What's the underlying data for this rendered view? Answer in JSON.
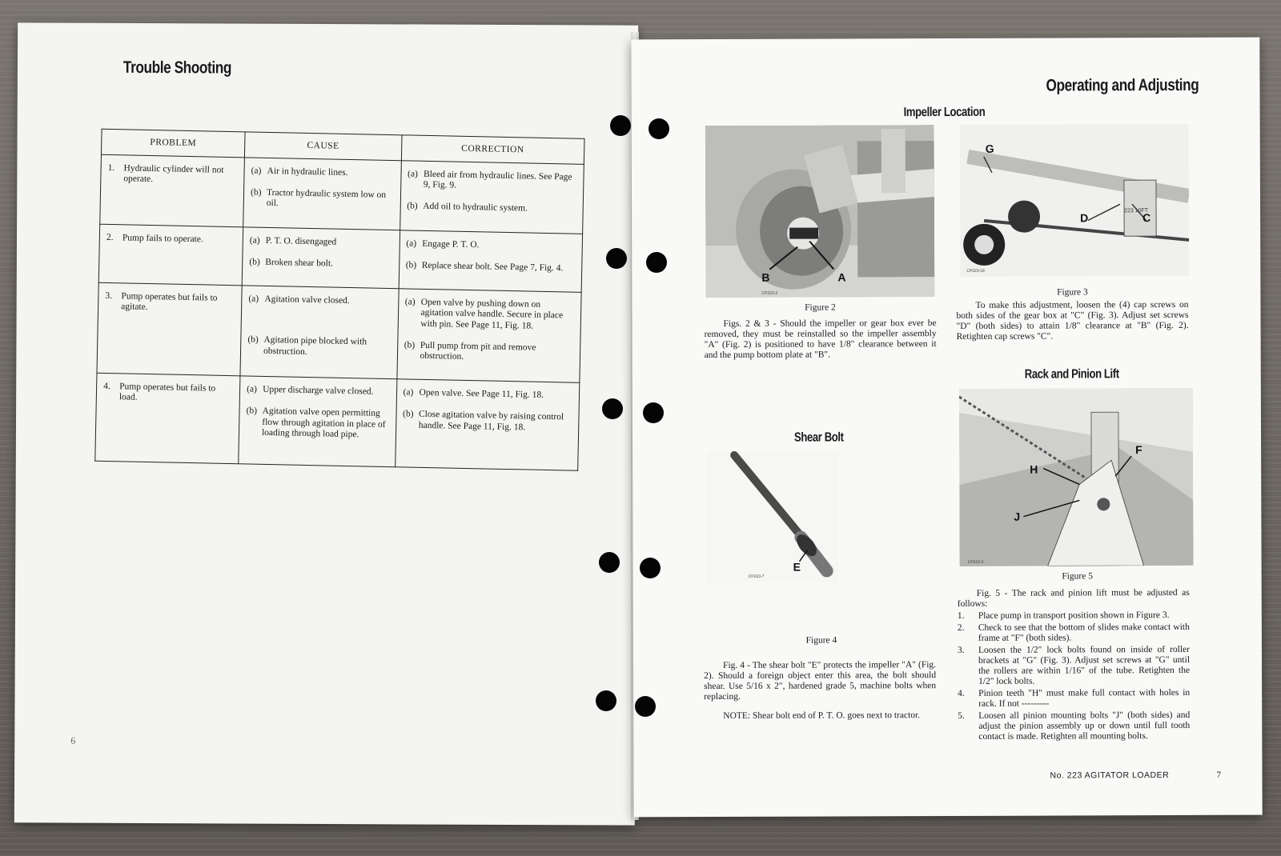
{
  "left_page": {
    "title": "Trouble Shooting",
    "page_number": "6",
    "table": {
      "headers": {
        "problem": "PROBLEM",
        "cause": "CAUSE",
        "correction": "CORRECTION"
      },
      "rows": [
        {
          "num": "1.",
          "problem": "Hydraulic cylinder will not operate.",
          "causes": [
            {
              "label": "(a)",
              "text": "Air in hydraulic lines."
            },
            {
              "label": "(b)",
              "text": "Tractor hydraulic system low on oil."
            }
          ],
          "corrections": [
            {
              "label": "(a)",
              "text": "Bleed air from hydraulic lines. See Page 9, Fig. 9."
            },
            {
              "label": "(b)",
              "text": "Add oil to hydraulic system."
            }
          ]
        },
        {
          "num": "2.",
          "problem": "Pump fails to operate.",
          "causes": [
            {
              "label": "(a)",
              "text": "P. T. O. disengaged"
            },
            {
              "label": "(b)",
              "text": "Broken shear bolt."
            }
          ],
          "corrections": [
            {
              "label": "(a)",
              "text": "Engage P. T. O."
            },
            {
              "label": "(b)",
              "text": "Replace shear bolt. See Page 7, Fig. 4."
            }
          ]
        },
        {
          "num": "3.",
          "problem": "Pump operates but fails to agitate.",
          "causes": [
            {
              "label": "(a)",
              "text": "Agitation valve closed."
            },
            {
              "label": "(b)",
              "text": "Agitation pipe blocked with obstruction."
            }
          ],
          "corrections": [
            {
              "label": "(a)",
              "text": "Open valve by pushing down on agitation valve handle. Secure in place with pin. See Page 11, Fig. 18."
            },
            {
              "label": "(b)",
              "text": "Pull pump from pit and remove obstruction."
            }
          ]
        },
        {
          "num": "4.",
          "problem": "Pump operates but fails to load.",
          "causes": [
            {
              "label": "(a)",
              "text": "Upper discharge valve closed."
            },
            {
              "label": "(b)",
              "text": "Agitation valve open permitting flow through agitation in place of loading through load pipe."
            }
          ],
          "corrections": [
            {
              "label": "(a)",
              "text": "Open valve. See Page 11, Fig. 18."
            },
            {
              "label": "(b)",
              "text": "Close agitation valve by raising control handle. See Page 11, Fig. 18."
            }
          ]
        }
      ]
    }
  },
  "right_page": {
    "title": "Operating and Adjusting",
    "impeller_location": {
      "heading": "Impeller Location",
      "figure2": {
        "caption": "Figure 2",
        "code": "CP223-2",
        "callouts": [
          "B",
          "A"
        ]
      },
      "figure3": {
        "caption": "Figure 3",
        "code": "CP223-18",
        "callouts": [
          "G",
          "D",
          "C"
        ],
        "machine_text": "223 10FT"
      },
      "text_fig23": "Figs. 2 & 3 - Should the impeller or gear box ever be removed, they must be reinstalled so the impeller assembly \"A\" (Fig. 2) is positioned to have 1/8\" clearance between it and the pump bottom plate at \"B\".",
      "text_adjust": "To make this adjustment, loosen the (4) cap screws on both sides of the gear box at \"C\" (Fig. 3). Adjust set screws \"D\" (both sides) to attain 1/8\" clearance at \"B\" (Fig. 2). Retighten cap screws \"C\"."
    },
    "shear_bolt": {
      "heading": "Shear Bolt",
      "figure4": {
        "caption": "Figure 4",
        "code": "CP223-7",
        "callouts": [
          "E"
        ]
      },
      "text": "Fig. 4 - The shear bolt \"E\" protects the impeller \"A\" (Fig. 2). Should a foreign object enter this area, the bolt should shear. Use 5/16 x 2\", hardened grade 5, machine bolts when replacing.",
      "note": "NOTE: Shear bolt end of P. T. O. goes next to tractor."
    },
    "rack_pinion": {
      "heading": "Rack and Pinion Lift",
      "figure5": {
        "caption": "Figure 5",
        "code": "CP223-3",
        "callouts": [
          "H",
          "F",
          "J"
        ]
      },
      "intro": "Fig. 5 - The rack and pinion lift must be adjusted as follows:",
      "steps": [
        {
          "num": "1.",
          "text": "Place pump in transport position shown in Figure 3."
        },
        {
          "num": "2.",
          "text": "Check to see that the bottom of slides make contact with frame at \"F\" (both sides)."
        },
        {
          "num": "3.",
          "text": "Loosen the 1/2\" lock bolts found on inside of roller brackets at \"G\" (Fig. 3). Adjust set screws at \"G\" until the rollers are within 1/16\" of the tube. Retighten the 1/2\" lock bolts."
        },
        {
          "num": "4.",
          "text": "Pinion teeth \"H\" must make full contact with holes in rack. If not ---------"
        },
        {
          "num": "5.",
          "text": "Loosen all pinion mounting bolts \"J\" (both sides) and adjust the pinion assembly up or down until full tooth contact is made. Retighten all mounting bolts."
        }
      ]
    },
    "footer_title": "No. 223 AGITATOR LOADER",
    "page_number": "7"
  }
}
